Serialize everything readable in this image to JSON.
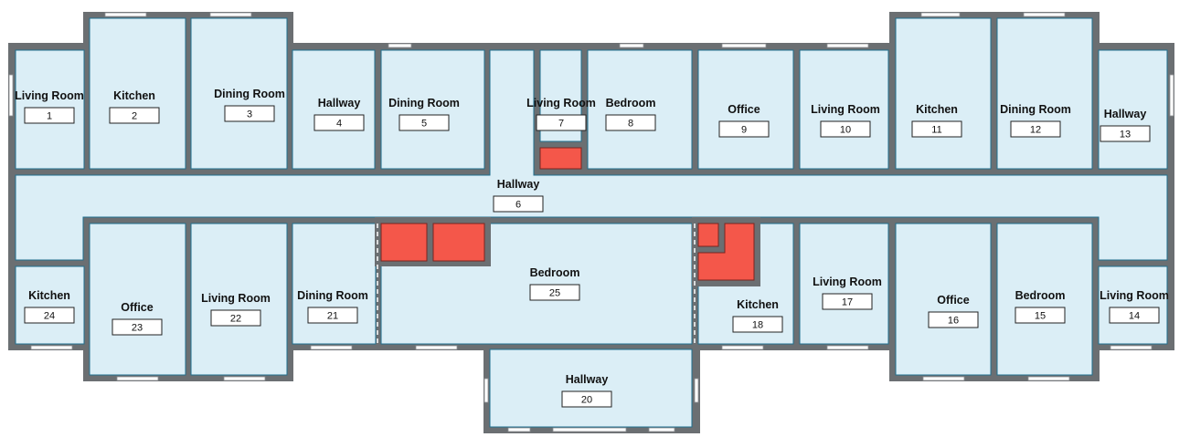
{
  "rooms": [
    {
      "id": "1",
      "name": "Living Room"
    },
    {
      "id": "2",
      "name": "Kitchen"
    },
    {
      "id": "3",
      "name": "Dining Room"
    },
    {
      "id": "4",
      "name": "Hallway"
    },
    {
      "id": "5",
      "name": "Dining Room"
    },
    {
      "id": "6",
      "name": "Hallway"
    },
    {
      "id": "7",
      "name": "Living Room"
    },
    {
      "id": "8",
      "name": "Bedroom"
    },
    {
      "id": "9",
      "name": "Office"
    },
    {
      "id": "10",
      "name": "Living Room"
    },
    {
      "id": "11",
      "name": "Kitchen"
    },
    {
      "id": "12",
      "name": "Dining Room"
    },
    {
      "id": "13",
      "name": "Hallway"
    },
    {
      "id": "14",
      "name": "Living Room"
    },
    {
      "id": "15",
      "name": "Bedroom"
    },
    {
      "id": "16",
      "name": "Office"
    },
    {
      "id": "17",
      "name": "Living Room"
    },
    {
      "id": "18",
      "name": "Kitchen"
    },
    {
      "id": "20",
      "name": "Hallway"
    },
    {
      "id": "21",
      "name": "Dining Room"
    },
    {
      "id": "22",
      "name": "Living Room"
    },
    {
      "id": "23",
      "name": "Office"
    },
    {
      "id": "24",
      "name": "Kitchen"
    },
    {
      "id": "25",
      "name": "Bedroom"
    }
  ],
  "colors": {
    "wall": "#6b6f72",
    "room_fill": "#dbeef6",
    "room_outline": "#1f6f8e",
    "shaft": "#f4574a"
  }
}
